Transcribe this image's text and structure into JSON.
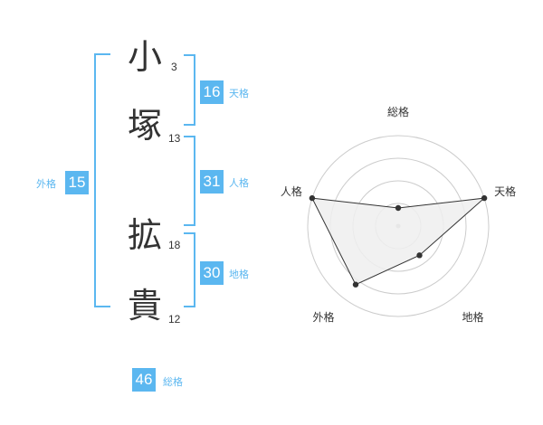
{
  "name_characters": [
    {
      "char": "小",
      "strokes": "3"
    },
    {
      "char": "塚",
      "strokes": "13"
    },
    {
      "char": "拡",
      "strokes": "18"
    },
    {
      "char": "貴",
      "strokes": "12"
    }
  ],
  "fortune_counts": {
    "tenkaku": {
      "value": "16",
      "label": "天格"
    },
    "jinkaku": {
      "value": "31",
      "label": "人格"
    },
    "chikaku": {
      "value": "30",
      "label": "地格"
    },
    "gaikaku": {
      "value": "15",
      "label": "外格"
    },
    "soukaku": {
      "value": "46",
      "label": "総格"
    }
  },
  "colors": {
    "accent": "#5bb7f0",
    "text": "#333333",
    "grid": "#cccccc",
    "fill": "#eeeeee"
  },
  "chart_data": {
    "type": "radar",
    "axes": [
      "総格",
      "天格",
      "地格",
      "外格",
      "人格"
    ],
    "values": [
      0.2,
      1.0,
      0.4,
      0.8,
      1.0
    ],
    "rings": 4,
    "range": [
      0,
      1
    ]
  }
}
